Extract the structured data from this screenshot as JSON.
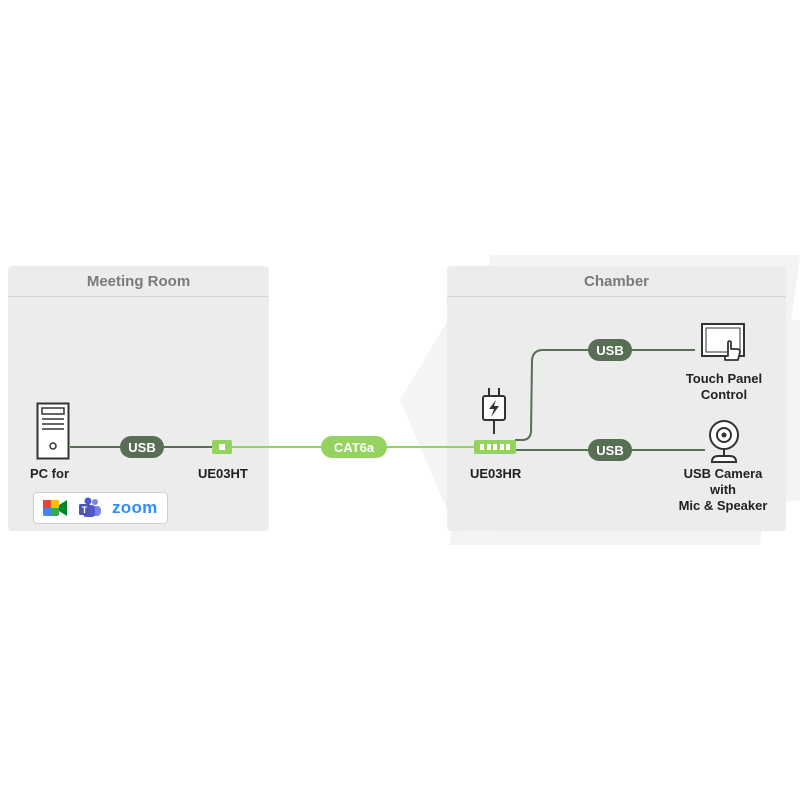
{
  "panels": {
    "meeting_room": {
      "title": "Meeting Room",
      "pc_label": "PC for",
      "transmitter_label": "UE03HT",
      "logos": [
        "google-meet-icon",
        "microsoft-teams-icon",
        "zoom-logo"
      ],
      "zoom_text": "zoom"
    },
    "chamber": {
      "title": "Chamber",
      "receiver_label": "UE03HR",
      "touch_panel_label": [
        "Touch Panel",
        "Control"
      ],
      "camera_label": [
        "USB Camera",
        "with",
        "Mic & Speaker"
      ]
    }
  },
  "links": {
    "pc_usb": "USB",
    "cable": "CAT6a",
    "touch_usb": "USB",
    "camera_usb": "USB"
  },
  "colors": {
    "usb_pill": "#586e55",
    "cat_pill": "#94d35f",
    "dark_line": "#586e55",
    "light_line": "#94d35f",
    "panel_bg": "#ececec"
  }
}
